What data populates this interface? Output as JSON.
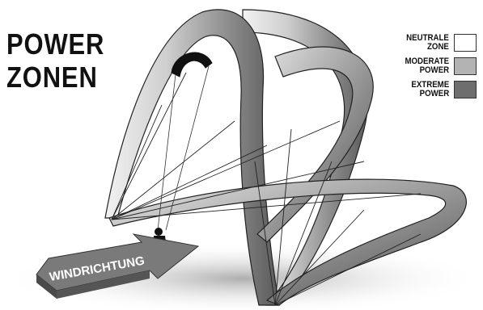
{
  "title": {
    "line1": "POWER",
    "line2": "ZONEN"
  },
  "legend": [
    {
      "line1": "NEUTRALE",
      "line2": "ZONE",
      "color": "#ffffff"
    },
    {
      "line1": "MODERATE",
      "line2": "POWER",
      "color": "#b3b3b3"
    },
    {
      "line1": "EXTREME",
      "line2": "POWER",
      "color": "#6e6e6e"
    }
  ],
  "arrow": {
    "label": "WINDRICHTUNG"
  }
}
